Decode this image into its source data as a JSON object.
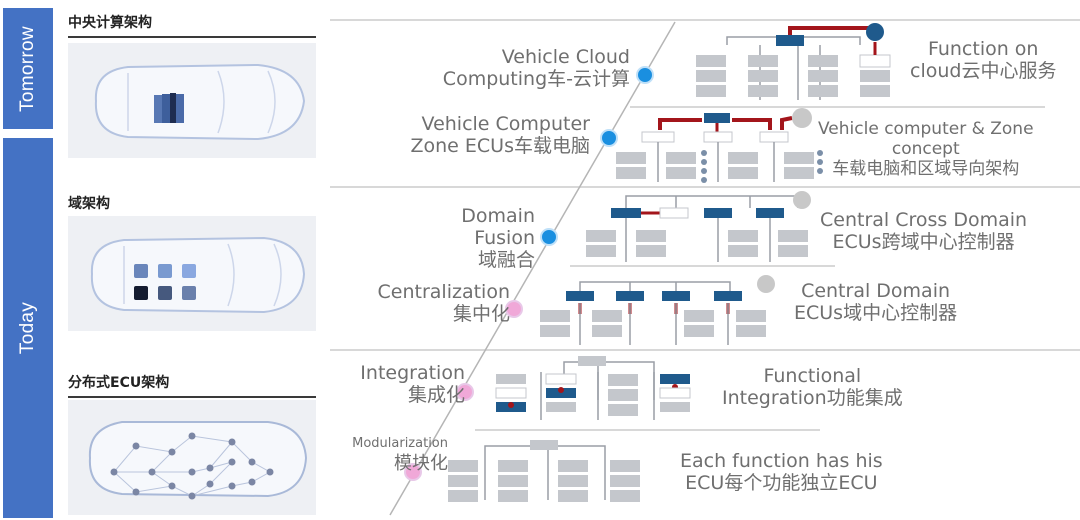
{
  "sidebar": {
    "tomorrow_label": "Tomorrow",
    "today_label": "Today"
  },
  "panels": [
    {
      "title": "中央计算架构",
      "illustration": "car-central-computer"
    },
    {
      "title": "域架构",
      "illustration": "car-domain-controllers"
    },
    {
      "title": "分布式ECU架构",
      "illustration": "car-distributed-ecus"
    }
  ],
  "stages": [
    {
      "left": [
        "Vehicle Cloud",
        "Computing车-云计算"
      ],
      "marker": "blue",
      "right": [
        "Function on",
        "cloud云中心服务"
      ]
    },
    {
      "left": [
        "Vehicle Computer",
        "Zone ECUs车载电脑"
      ],
      "marker": "blue",
      "right": [
        "Vehicle computer & Zone",
        "concept",
        "车载电脑和区域导向架构"
      ]
    },
    {
      "left": [
        "Domain",
        "Fusion",
        "域融合"
      ],
      "marker": "blue",
      "right": [
        "Central Cross Domain",
        "ECUs跨域中心控制器"
      ]
    },
    {
      "left": [
        "Centralization",
        "集中化"
      ],
      "marker": "pink",
      "right": [
        "Central Domain",
        "ECUs域中心控制器"
      ]
    },
    {
      "left": [
        "Integration",
        "集成化"
      ],
      "marker": "pink",
      "right": [
        "Functional",
        "Integration功能集成"
      ]
    },
    {
      "left": [
        "Modularization",
        "模块化"
      ],
      "marker": "pink",
      "right": [
        "Each function has his",
        "ECU每个功能独立ECU"
      ]
    }
  ],
  "colors": {
    "sidebar": "#4472c4",
    "ecu_dark": "#1f5a8c",
    "ecu_grey": "#c4c7cc",
    "link_red": "#a3151b",
    "marker_blue": "#1a8fe0",
    "marker_pink": "#f0a8d8",
    "text_grey": "#6f6f6f"
  }
}
